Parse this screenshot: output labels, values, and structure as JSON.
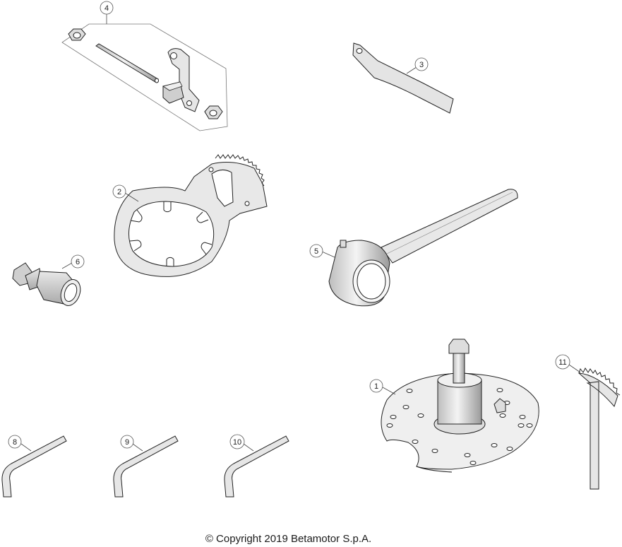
{
  "parts": [
    {
      "id": "part-1",
      "number": "1",
      "icon": "flywheel-puller-tool-icon"
    },
    {
      "id": "part-2",
      "number": "2",
      "icon": "toothed-holding-wrench-icon"
    },
    {
      "id": "part-3",
      "number": "3",
      "icon": "flat-spanner-icon"
    },
    {
      "id": "part-4",
      "number": "4",
      "icon": "bracket-kit-icon"
    },
    {
      "id": "part-5",
      "number": "5",
      "icon": "ring-wrench-icon"
    },
    {
      "id": "part-6",
      "number": "6",
      "icon": "threaded-extractor-icon"
    },
    {
      "id": "part-8",
      "number": "8",
      "icon": "hex-key-icon"
    },
    {
      "id": "part-9",
      "number": "9",
      "icon": "hex-key-icon"
    },
    {
      "id": "part-10",
      "number": "10",
      "icon": "hex-key-icon"
    },
    {
      "id": "part-11",
      "number": "11",
      "icon": "toothed-bar-icon"
    }
  ],
  "footer": {
    "copyright": "© Copyright 2019 Betamotor S.p.A."
  }
}
